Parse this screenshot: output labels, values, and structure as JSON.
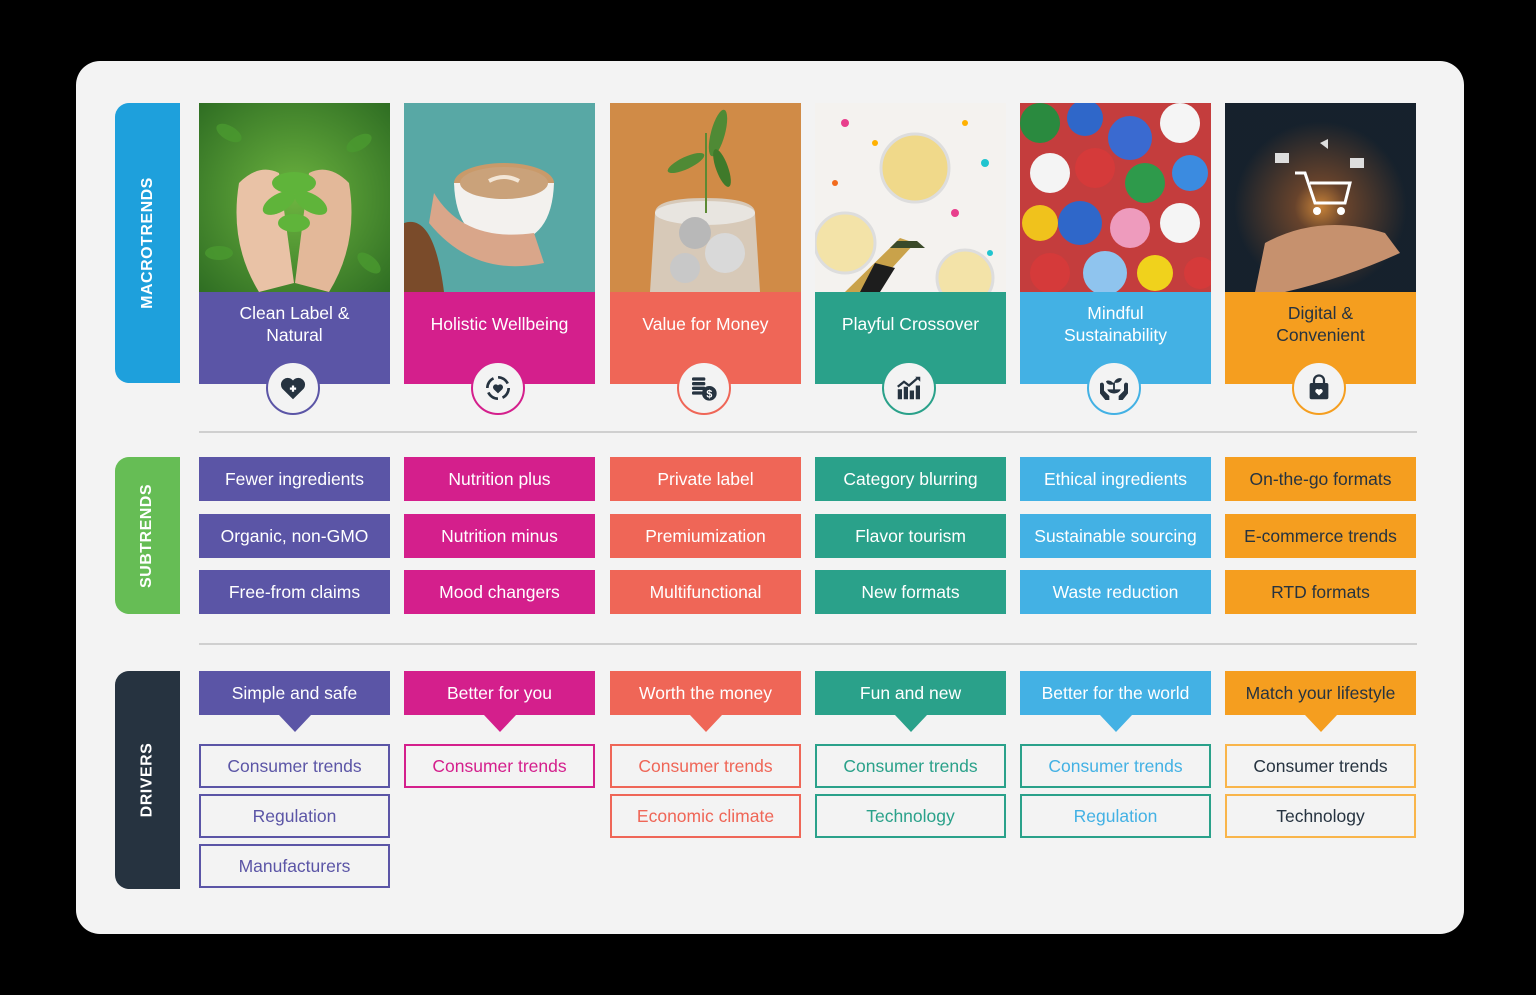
{
  "sections": {
    "macrotrends": {
      "label": "MACROTRENDS",
      "color": "#1ea0dc"
    },
    "subtrends": {
      "label": "SUBTRENDS",
      "color": "#66bd55"
    },
    "drivers": {
      "label": "DRIVERS",
      "color": "#263340"
    }
  },
  "columns": [
    {
      "macrotrend": "Clean Label & Natural",
      "macro_lines": [
        "Clean Label &",
        "Natural"
      ],
      "icon": "heart-plus-icon",
      "image": "hands-holding-green-mint-leaves",
      "color": "#5b55a6",
      "text_color": "#ffffff",
      "subtrends": [
        "Fewer ingredients",
        "Organic, non-GMO",
        "Free-from claims"
      ],
      "driver_heading": "Simple and safe",
      "drivers": [
        "Consumer trends",
        "Regulation",
        "Manufacturers"
      ],
      "driver_text_color": "#5b55a6"
    },
    {
      "macrotrend": "Holistic Wellbeing",
      "macro_lines": [
        "Holistic Wellbeing"
      ],
      "icon": "heart-cycle-icon",
      "image": "hands-holding-latte-cup",
      "color": "#d41f8c",
      "text_color": "#ffffff",
      "subtrends": [
        "Nutrition plus",
        "Nutrition minus",
        "Mood changers"
      ],
      "driver_heading": "Better for you",
      "drivers": [
        "Consumer trends"
      ],
      "driver_text_color": "#d41f8c"
    },
    {
      "macrotrend": "Value for Money",
      "macro_lines": [
        "Value for Money"
      ],
      "icon": "coins-dollar-icon",
      "image": "jar-of-coins-with-sprout",
      "color": "#ef6657",
      "text_color": "#ffffff",
      "subtrends": [
        "Private label",
        "Premiumization",
        "Multifunctional"
      ],
      "driver_heading": "Worth the money",
      "drivers": [
        "Consumer trends",
        "Economic climate"
      ],
      "driver_text_color": "#ef6657"
    },
    {
      "macrotrend": "Playful Crossover",
      "macro_lines": [
        "Playful Crossover"
      ],
      "icon": "growth-chart-icon",
      "image": "champagne-bottle-with-confetti",
      "color": "#2aa18a",
      "text_color": "#ffffff",
      "subtrends": [
        "Category blurring",
        "Flavor tourism",
        "New formats"
      ],
      "driver_heading": "Fun and new",
      "drivers": [
        "Consumer trends",
        "Technology"
      ],
      "driver_text_color": "#2aa18a"
    },
    {
      "macrotrend": "Mindful Sustainability",
      "macro_lines": [
        "Mindful",
        "Sustainability"
      ],
      "icon": "hands-plant-icon",
      "image": "colorful-plastic-bottle-caps",
      "color": "#43b1e4",
      "text_color": "#ffffff",
      "subtrends": [
        "Ethical ingredients",
        "Sustainable sourcing",
        "Waste reduction"
      ],
      "driver_heading": "Better for the world",
      "drivers": [
        "Consumer trends",
        "Regulation"
      ],
      "driver_text_color": "#43b1e4",
      "driver_border_color": "#2aa18a"
    },
    {
      "macrotrend": "Digital & Convenient",
      "macro_lines": [
        "Digital &",
        "Convenient"
      ],
      "icon": "shopping-bag-heart-icon",
      "image": "hand-with-digital-shopping-cart",
      "color": "#f59e1f",
      "text_color": "#263340",
      "subtrends": [
        "On-the-go formats",
        "E-commerce trends",
        "RTD formats"
      ],
      "driver_heading": "Match your lifestyle",
      "drivers": [
        "Consumer trends",
        "Technology"
      ],
      "driver_text_color": "#263340",
      "driver_border_color": "#f9b54a"
    }
  ]
}
